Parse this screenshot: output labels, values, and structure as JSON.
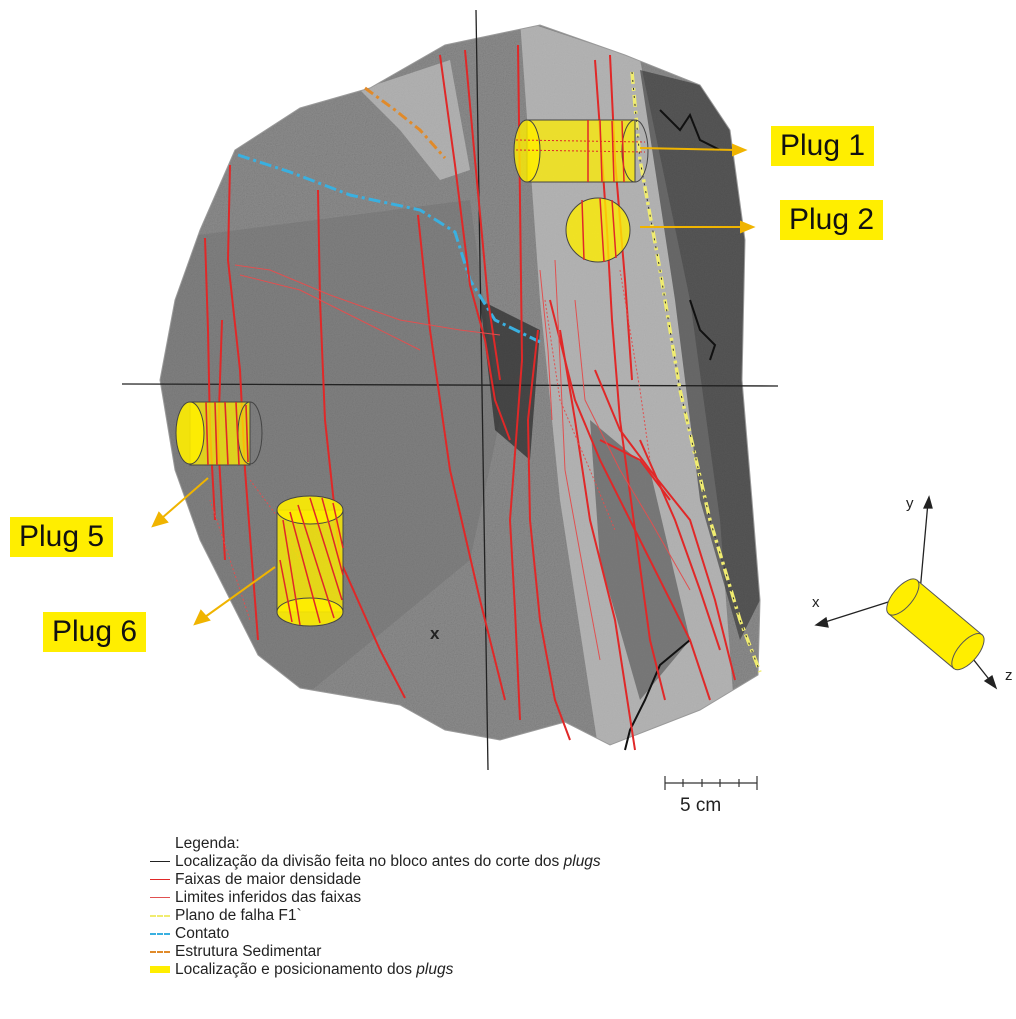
{
  "plugs": [
    {
      "id": "plug-1",
      "label": "Plug 1"
    },
    {
      "id": "plug-2",
      "label": "Plug 2"
    },
    {
      "id": "plug-5",
      "label": "Plug 5"
    },
    {
      "id": "plug-6",
      "label": "Plug 6"
    }
  ],
  "sample_mark": "x",
  "scale_bar": {
    "label": "5 cm"
  },
  "axes_icon": {
    "x": "x",
    "y": "y",
    "z": "z"
  },
  "legend": {
    "title": "Legenda:",
    "items": [
      {
        "text": "Localização da divisão feita no bloco antes do corte dos ",
        "em": "plugs",
        "color": "#222222",
        "style": "solid"
      },
      {
        "text": "Faixas de maior densidade",
        "em": "",
        "color": "#e02828",
        "style": "solid"
      },
      {
        "text": "Limites inferidos das faixas",
        "em": "",
        "color": "#e05050",
        "style": "thin"
      },
      {
        "text": "Plano de falha F1`",
        "em": "",
        "color": "#f0ec70",
        "style": "dashdot"
      },
      {
        "text": "Contato",
        "em": "",
        "color": "#3ab0e0",
        "style": "dashdot"
      },
      {
        "text": "Estrutura Sedimentar",
        "em": "",
        "color": "#e08a2a",
        "style": "dashdot"
      },
      {
        "text": "Localização e posicionamento dos ",
        "em": "plugs",
        "color": "#ffee00",
        "style": "thick"
      }
    ]
  },
  "colors": {
    "density_band": "#e02828",
    "plug_fill": "#ffee00",
    "fault": "#f0ec70",
    "contact": "#3ab0e0",
    "sedimentary": "#e08a2a",
    "arrow": "#f0b400"
  }
}
